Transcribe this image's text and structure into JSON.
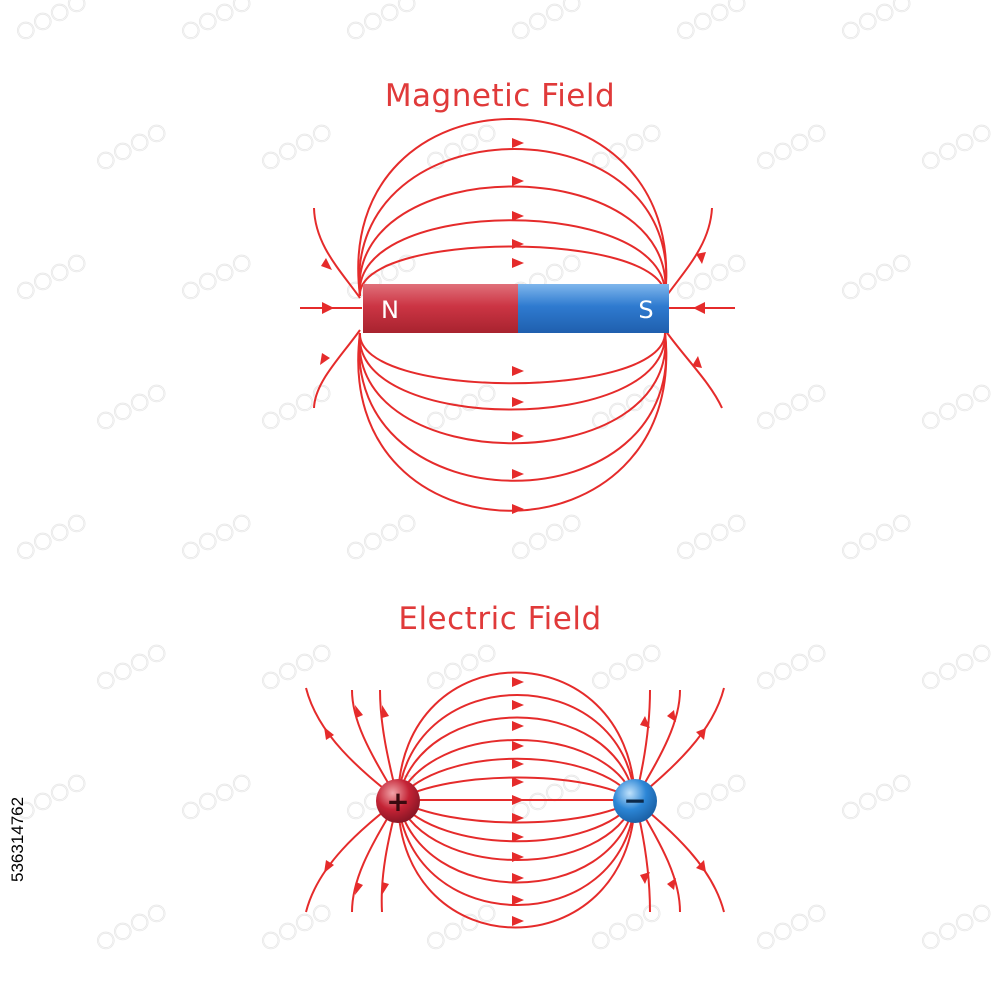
{
  "magnetic": {
    "title": "Magnetic Field",
    "north_label": "N",
    "south_label": "S"
  },
  "electric": {
    "title": "Electric Field",
    "positive_symbol": "+",
    "negative_symbol": "−"
  },
  "stock_id": "536314762",
  "colors": {
    "field_line": "#e52b2b",
    "title": "#e03a3a",
    "north": "#cc3544",
    "south": "#2f7bd0",
    "pole_text": "#ffffff",
    "positive_charge": "#c42335",
    "negative_charge": "#2c86d6",
    "watermark": "#e8e8e8"
  }
}
